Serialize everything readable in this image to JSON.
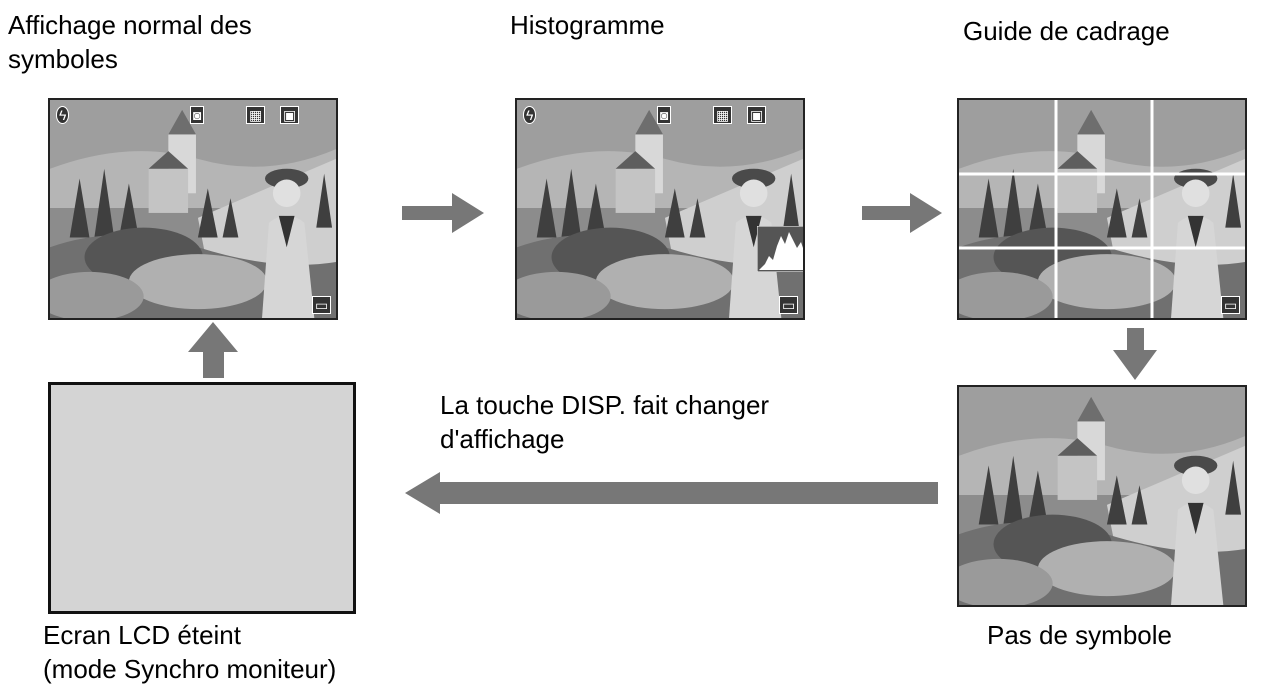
{
  "labels": {
    "normal": "Affichage normal des\nsymboles",
    "histogram": "Histogramme",
    "framing": "Guide de cadrage",
    "no_symbol": "Pas de symbole",
    "lcd_off": "Ecran LCD éteint\n(mode Synchro moniteur)",
    "disp_note": "La touche DISP. fait changer\nd'affichage"
  },
  "icons": {
    "flash": "flash-icon",
    "camera": "camera-icon",
    "image_size": "image-size-icon",
    "memory": "memory-icon",
    "battery": "battery-icon"
  },
  "colors": {
    "arrow": "#777777",
    "lcd_off": "#d4d4d4",
    "grid_line": "#ffffff"
  }
}
